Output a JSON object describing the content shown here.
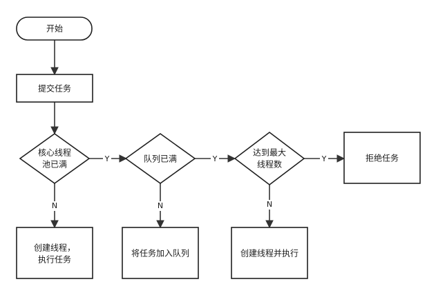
{
  "nodes": {
    "start": "开始",
    "submit": "提交任务",
    "core_full": [
      "核心线程",
      "池已满"
    ],
    "create_core": [
      "创建线程，",
      "执行任务"
    ],
    "queue_full": "队列已满",
    "enqueue": "将任务加入队列",
    "max_reached": [
      "达到最大",
      "线程数"
    ],
    "create_run": "创建线程并执行",
    "reject": "拒绝任务"
  },
  "edges": {
    "core_yes": "Y",
    "core_no": "N",
    "queue_yes": "Y",
    "queue_no": "N",
    "max_yes": "Y",
    "max_no": "N"
  }
}
